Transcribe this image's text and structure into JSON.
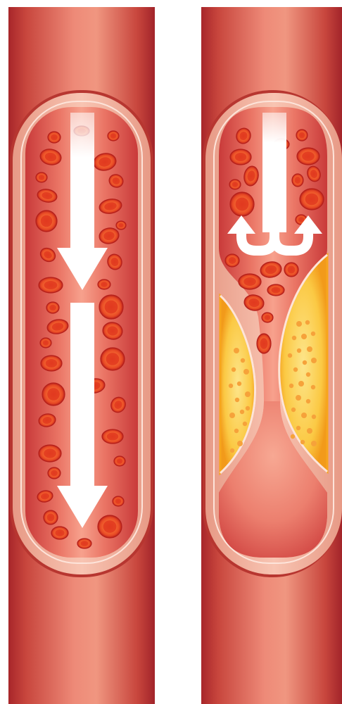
{
  "colors": {
    "background": "#ffffff",
    "vessel_dark": "#a8262a",
    "vessel_mid": "#d9574b",
    "vessel_light": "#ee8a78",
    "wall_outer": "#b83a33",
    "wall_pink": "#f4b7a2",
    "wall_inner_line": "#fde6dd",
    "lumen_edge": "#cf3f3d",
    "lumen_center": "#f59b88",
    "blood_cell_rim": "#c72a1c",
    "blood_cell_mid": "#f15a2a",
    "blood_cell_core": "#e8442a",
    "plaque_outer": "#f7a51c",
    "plaque_inner": "#fde58a",
    "plaque_dot": "#f7a53a",
    "arrow": "#ffffff"
  },
  "panels": [
    {
      "id": "healthy-artery",
      "flow": "unobstructed",
      "blood_cells_shown": 42,
      "flow_arrows": 2,
      "plaque": false
    },
    {
      "id": "narrowed-artery",
      "flow": "obstructed",
      "blood_cells_shown": 26,
      "flow_arrows": 1,
      "plaque": true,
      "plaque_deposits": 2
    }
  ]
}
